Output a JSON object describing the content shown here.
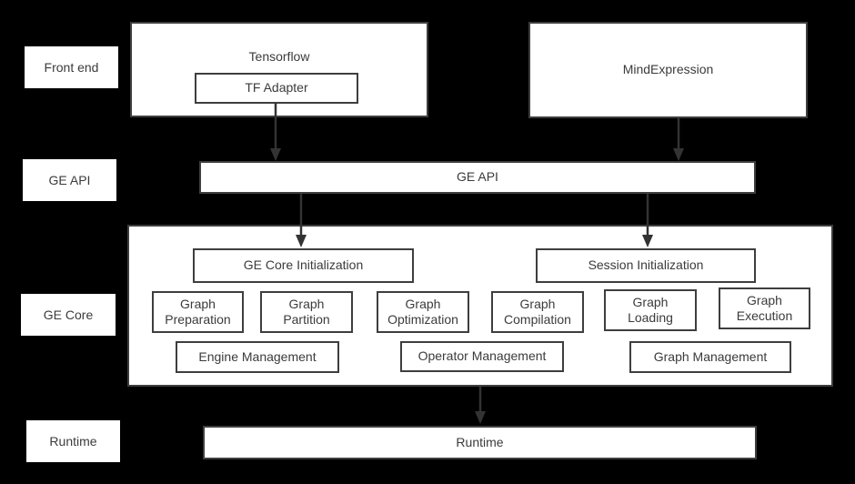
{
  "colors": {
    "background": "#000000",
    "box_fill": "#ffffff",
    "box_border": "#3e3e3e",
    "text": "#3b3b3b",
    "arrow": "#333333"
  },
  "side_labels": {
    "front_end": "Front end",
    "ge_api": "GE API",
    "ge_core": "GE Core",
    "runtime": "Runtime"
  },
  "front_end_row": {
    "tensorflow_label": "Tensorflow",
    "tf_adapter_label": "TF Adapter",
    "mindexpression_label": "MindExpression"
  },
  "ge_api_row": {
    "bar_label": "GE API"
  },
  "ge_core_section": {
    "ge_core_initialization": "GE Core Initialization",
    "session_initialization": "Session Initialization",
    "graph_preparation": "Graph Preparation",
    "graph_partition": "Graph Partition",
    "graph_optimization": "Graph Optimization",
    "graph_compilation": "Graph Compilation",
    "graph_loading": "Graph Loading",
    "graph_execution": "Graph Execution",
    "engine_management": "Engine Management",
    "operator_management": "Operator Management",
    "graph_management": "Graph Management"
  },
  "runtime_row": {
    "bar_label": "Runtime"
  },
  "edges": [
    {
      "from": "tf-adapter",
      "to": "ge-api-bar"
    },
    {
      "from": "mindexpression",
      "to": "ge-api-bar"
    },
    {
      "from": "ge-api-bar",
      "to": "ge-core-initialization"
    },
    {
      "from": "ge-api-bar",
      "to": "session-initialization"
    },
    {
      "from": "ge-core",
      "to": "runtime-bar"
    }
  ]
}
